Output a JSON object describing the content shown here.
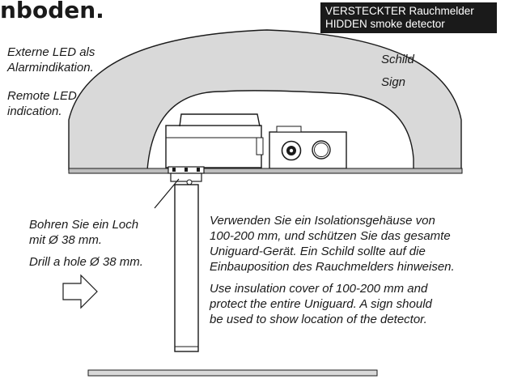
{
  "heading": "nboden.",
  "badge": {
    "line_de": "VERSTECKTER Rauchmelder",
    "line_en": "HIDDEN smoke detector"
  },
  "labels": {
    "led_de_1": "Externe LED als",
    "led_de_2": "Alarmindikation.",
    "led_en_1": "Remote LED",
    "led_en_2": "indication.",
    "sign_de": "Schild",
    "sign_en": "Sign",
    "drill_de_1": "Bohren Sie ein Loch",
    "drill_de_2": "mit Ø 38 mm.",
    "drill_en": "Drill a hole Ø 38 mm.",
    "cover_de_1": "Verwenden Sie ein Isolationsgehäuse von",
    "cover_de_2": "100-200 mm, und schützen Sie das gesamte",
    "cover_de_3": "Uniguard-Gerät. Ein Schild sollte auf die",
    "cover_de_4": "Einbauposition des Rauchmelders hinweisen.",
    "cover_en_1": "Use insulation cover of 100-200 mm and",
    "cover_en_2": "protect the entire Uniguard. A sign should",
    "cover_en_3": "be used to show location of the detector."
  },
  "icons": [
    "arrow-right-icon"
  ],
  "colors": {
    "ink": "#1a1a1a",
    "cover_fill": "#d9d9d9",
    "ceiling_fill": "#bdbdbd"
  }
}
